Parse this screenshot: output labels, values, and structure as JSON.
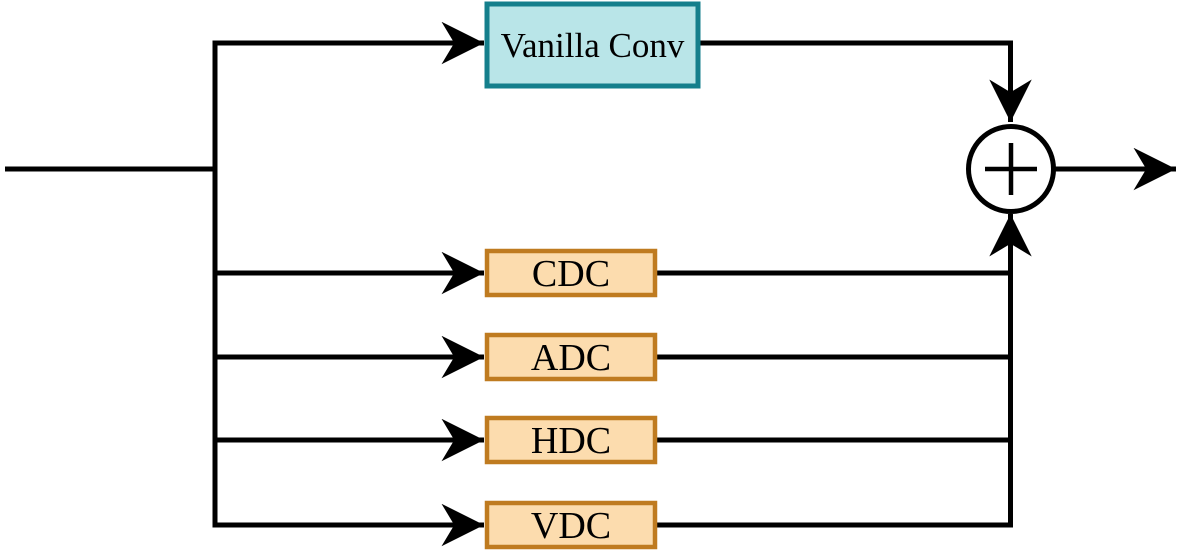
{
  "style": {
    "background": "#ffffff",
    "line_color": "#000000",
    "text_color": "#000000"
  },
  "nodes": {
    "vanilla_conv": {
      "label": "Vanilla Conv",
      "fill": "#b9e5e8",
      "border": "#157f8c"
    },
    "branches": [
      {
        "label": "CDC",
        "fill": "#fcdcae",
        "border": "#bf7b20"
      },
      {
        "label": "ADC",
        "fill": "#fcdcae",
        "border": "#bf7b20"
      },
      {
        "label": "HDC",
        "fill": "#fcdcae",
        "border": "#bf7b20"
      },
      {
        "label": "VDC",
        "fill": "#fcdcae",
        "border": "#bf7b20"
      }
    ],
    "sum": {
      "symbol": "+",
      "fill": "#ffffff",
      "border": "#000000"
    }
  }
}
